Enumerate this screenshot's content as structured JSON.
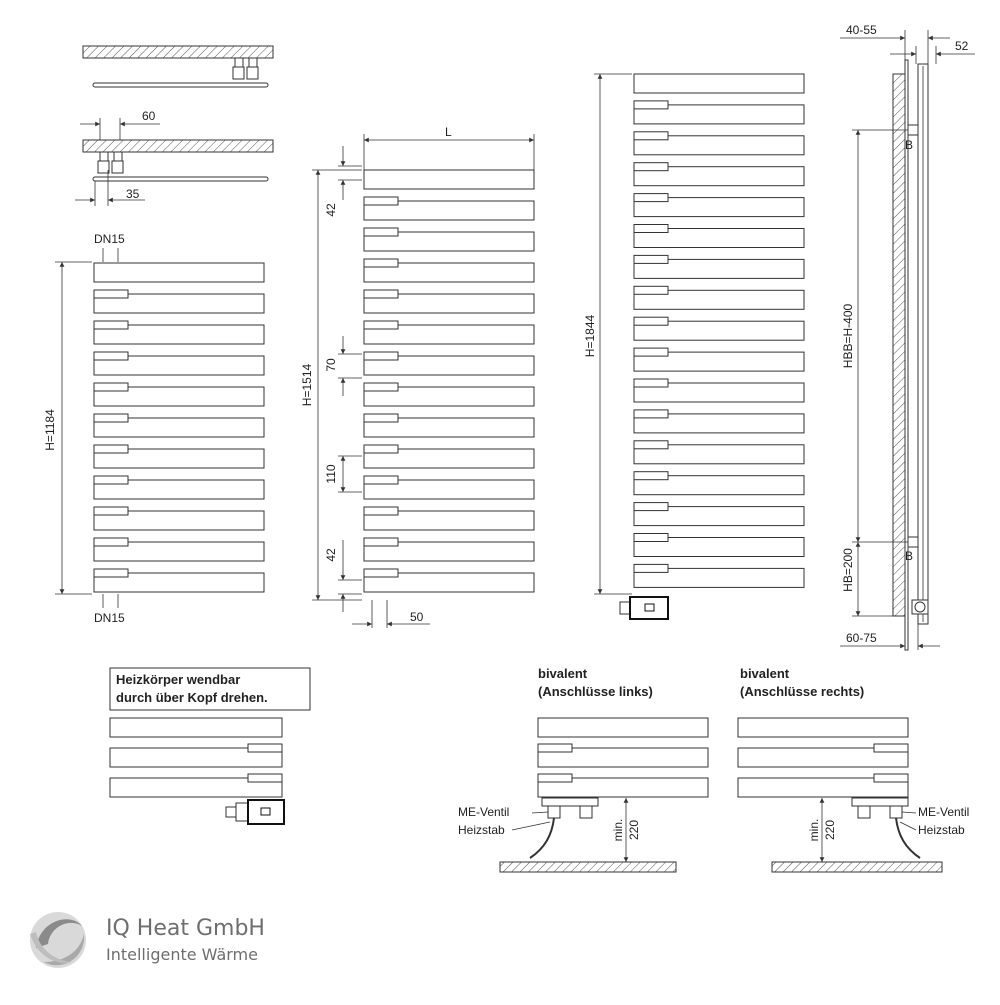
{
  "dimensions": {
    "d60": "60",
    "d35": "35",
    "dn15_top": "DN15",
    "dn15_bottom": "DN15",
    "h1184": "H=1184",
    "L": "L",
    "d42_top": "42",
    "d70": "70",
    "d110": "110",
    "d42_bottom": "42",
    "h1514": "H=1514",
    "d50": "50",
    "h1844": "H=1844",
    "d40_55": "40-55",
    "d52": "52",
    "hbb": "HBB=H-400",
    "hb": "HB=200",
    "d60_75": "60-75",
    "B_top": "B",
    "B_bottom": "B"
  },
  "notes": {
    "turn_line1": "Heizkörper wendbar",
    "turn_line2": "durch über Kopf drehen.",
    "left_title1": "bivalent",
    "left_title2": "(Anschlüsse links)",
    "right_title1": "bivalent",
    "right_title2": "(Anschlüsse rechts)",
    "left_valve": "ME-Ventil",
    "left_heater": "Heizstab",
    "right_valve": "ME-Ventil",
    "right_heater": "Heizstab",
    "left_min": "min.",
    "left_220": "220",
    "right_min": "min.",
    "right_220": "220"
  },
  "brand": {
    "name": "IQ Heat GmbH",
    "tagline": "Intelligente Wärme",
    "logo_icon": "swirl-logo-icon"
  },
  "colors": {
    "line": "#333333",
    "brand_gray": "#6e6e6e"
  }
}
